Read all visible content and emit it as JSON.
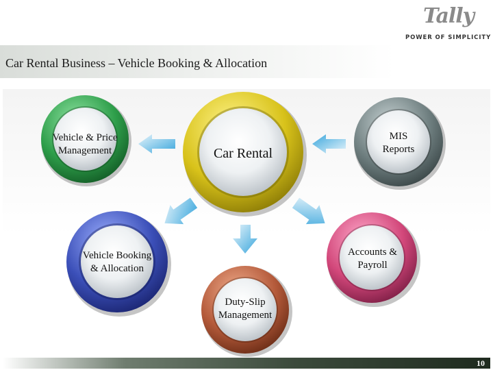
{
  "logo": {
    "word": "Tally",
    "tagline": "POWER OF SIMPLICITY"
  },
  "header": {
    "title": "Car Rental Business – Vehicle Booking & Allocation"
  },
  "nodes": {
    "vehicle_price": {
      "line1": "Vehicle & Price",
      "line2": "Management",
      "color": "#2e9e4a"
    },
    "car_rental": {
      "line1": "Car Rental",
      "color": "#d8c21a"
    },
    "mis": {
      "line1": "MIS",
      "line2": "Reports",
      "color": "#6f7f80"
    },
    "booking": {
      "line1": "Vehicle Booking",
      "line2": "& Allocation",
      "color": "#3b4fb8"
    },
    "accounts": {
      "line1": "Accounts &",
      "line2": "Payroll",
      "color": "#d2477a"
    },
    "duty_slip": {
      "line1": "Duty-Slip",
      "line2": "Management",
      "color": "#b45a3a"
    }
  },
  "footer": {
    "page_number": "10"
  }
}
